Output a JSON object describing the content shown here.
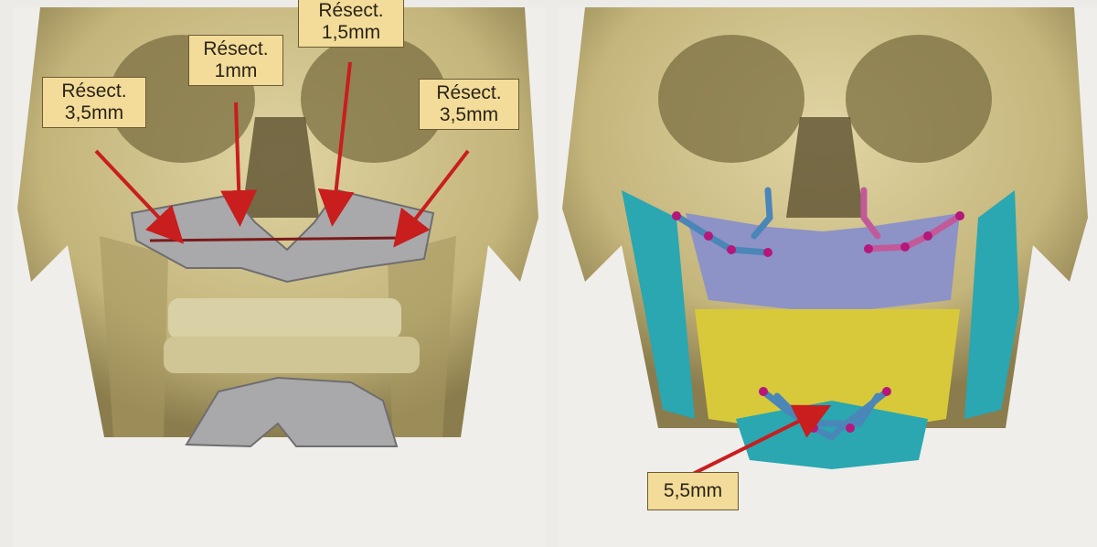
{
  "labels": {
    "resect_left": {
      "line1": "Résect.",
      "line2": "3,5mm"
    },
    "resect_center_left": {
      "line1": "Résect.",
      "line2": "1mm"
    },
    "resect_center_right": {
      "line1": "Résect.",
      "line2": "1,5mm"
    },
    "resect_right": {
      "line1": "Résect.",
      "line2": "3,5mm"
    },
    "advancement": {
      "line1": "5,5mm"
    }
  },
  "colors": {
    "bone": "#cdbf86",
    "bone_shadow": "#8f8150",
    "guide_gray": "#a9a9ab",
    "arrow_red": "#c81e1e",
    "label_bg": "#f3dc99",
    "maxilla_blue": "#8d93c6",
    "mandible_yellow": "#d8c93a",
    "soft_tissue_teal": "#2aa7b1",
    "plate_blue": "#4b86b8",
    "screw_magenta": "#b5177a"
  }
}
